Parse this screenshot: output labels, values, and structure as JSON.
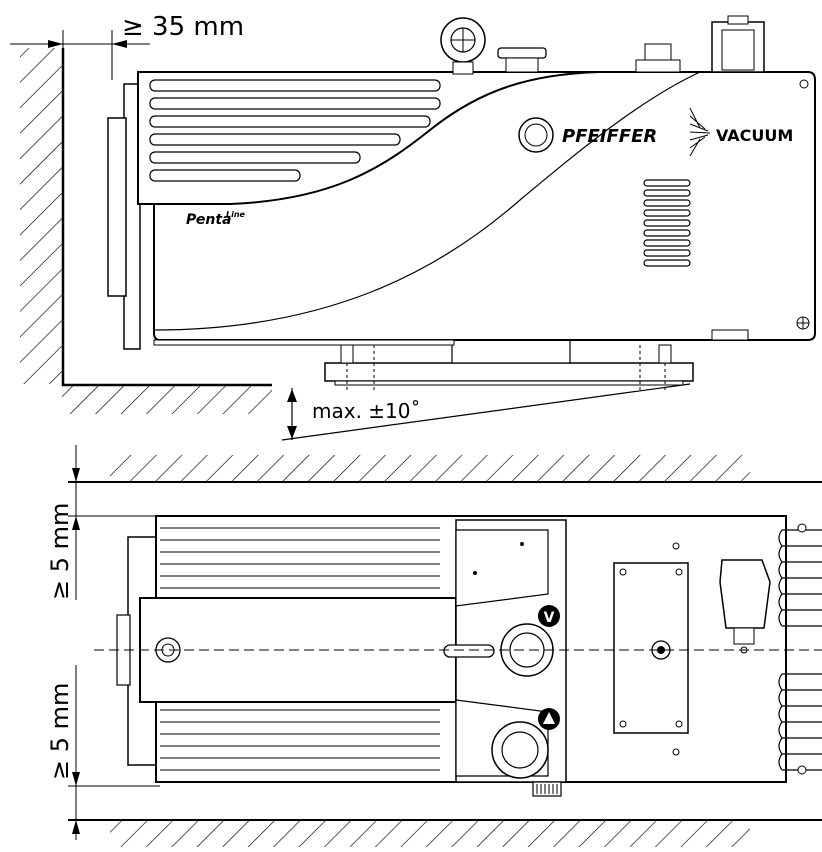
{
  "dimensions": {
    "side_clearance": "≥ 35 mm",
    "max_tilt": "max. ±10˚",
    "top_clearance": "≥ 5 mm",
    "bottom_clearance": "≥ 5 mm"
  },
  "branding": {
    "manufacturer_left": "PFEIFFER",
    "manufacturer_right": "VACUUM",
    "product_series": "Penta",
    "product_series_sup": "Line"
  },
  "port_markers": {
    "vacuum_port": "V",
    "exhaust_port": "arrow-up-triangle-icon"
  },
  "colors": {
    "line": "#000000",
    "background": "#ffffff"
  }
}
